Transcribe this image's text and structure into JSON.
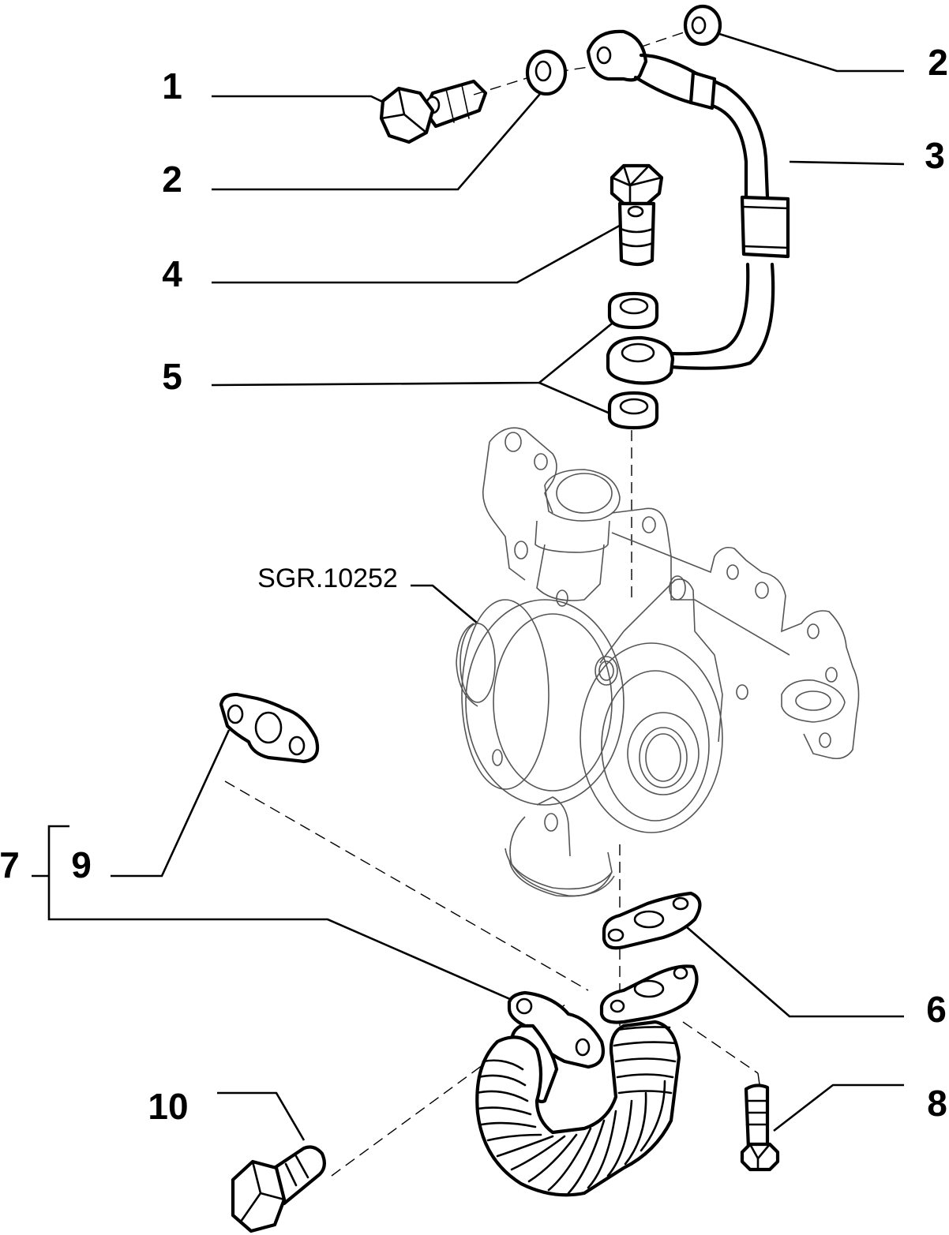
{
  "diagram": {
    "reference_code": "SGR.10252",
    "callouts": [
      {
        "id": "c1",
        "label": "1"
      },
      {
        "id": "c2a",
        "label": "2"
      },
      {
        "id": "c2b",
        "label": "2"
      },
      {
        "id": "c3",
        "label": "3"
      },
      {
        "id": "c4",
        "label": "4"
      },
      {
        "id": "c5",
        "label": "5"
      },
      {
        "id": "c6",
        "label": "6"
      },
      {
        "id": "c7",
        "label": "7"
      },
      {
        "id": "c8",
        "label": "8"
      },
      {
        "id": "c9",
        "label": "9"
      },
      {
        "id": "c10",
        "label": "10"
      }
    ]
  }
}
